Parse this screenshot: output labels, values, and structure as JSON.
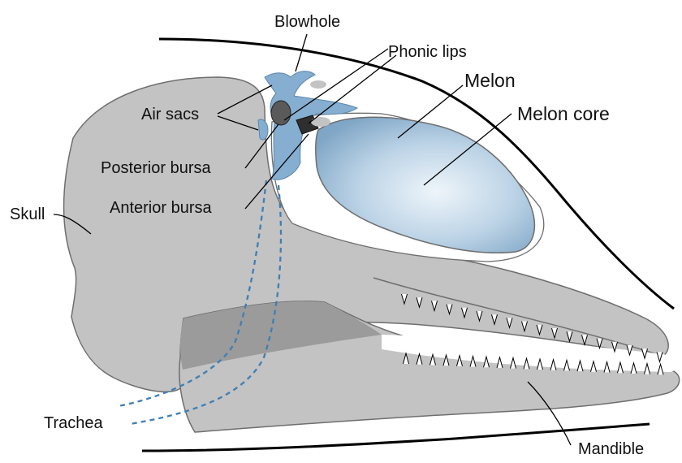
{
  "diagram": {
    "labels": {
      "blowhole": "Blowhole",
      "phonic_lips": "Phonic lips",
      "melon": "Melon",
      "melon_core": "Melon core",
      "air_sacs": "Air sacs",
      "posterior_bursa": "Posterior bursa",
      "anterior_bursa": "Anterior bursa",
      "skull": "Skull",
      "trachea": "Trachea",
      "mandible": "Mandible"
    },
    "colors": {
      "bone": "#c3c3c3",
      "bone_dark": "#9b9b9b",
      "outline": "#6e6e6e",
      "melon_light": "#e3eef6",
      "melon_dark": "#7fa6c6",
      "air_sac": "#85aed0",
      "trachea": "#3e7fb4",
      "bursa": "#3a3a3a"
    }
  }
}
